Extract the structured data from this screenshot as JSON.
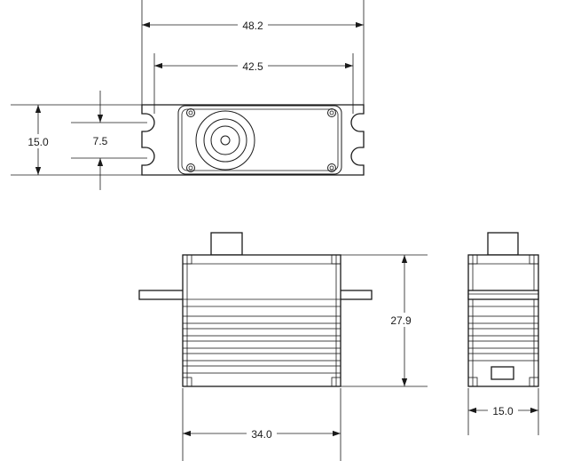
{
  "dimensions": {
    "overall_width": "48.2",
    "hole_spacing": "42.5",
    "flange_height": "15.0",
    "slot_spacing": "7.5",
    "body_height": "27.9",
    "body_width": "34.0",
    "body_depth": "15.0"
  }
}
